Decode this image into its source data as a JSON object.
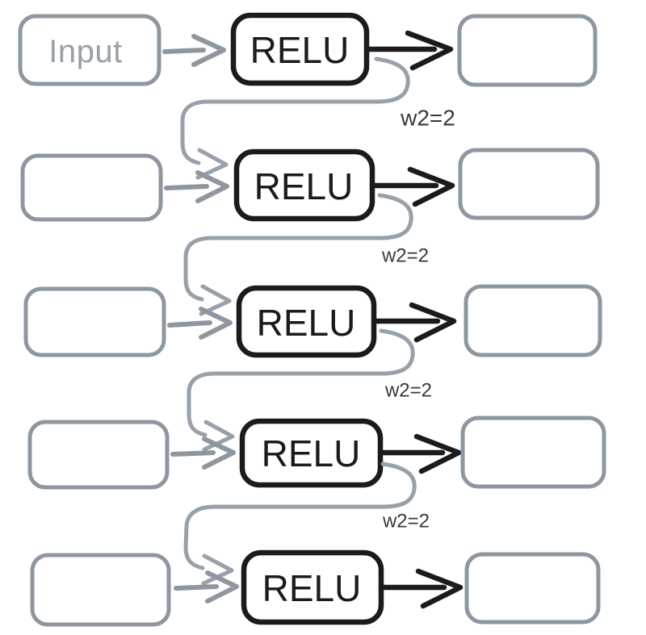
{
  "diagram": {
    "input_label": "Input",
    "rows": [
      {
        "relu_label": "RELU"
      },
      {
        "relu_label": "RELU"
      },
      {
        "relu_label": "RELU"
      },
      {
        "relu_label": "RELU"
      },
      {
        "relu_label": "RELU"
      }
    ],
    "weight_labels": [
      "w2=2",
      "w2=2",
      "w2=2",
      "w2=2"
    ],
    "colors": {
      "box_gray": "#8e96a0",
      "connector_gray": "#98a0aa",
      "input_text_gray": "#9aa0a8",
      "black": "#1b1b1d",
      "weight_label_color": "#39393b",
      "background": "#ffffff"
    }
  }
}
